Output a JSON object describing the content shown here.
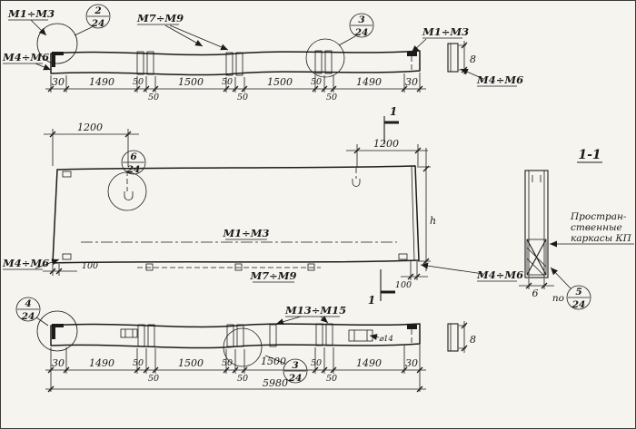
{
  "sheet": {
    "background": "#f6f4ef",
    "ink": "#1b1b1b"
  },
  "labels": {
    "m1_m3": "М1÷М3",
    "m4_m6": "М4÷М6",
    "m7_m9": "М7÷М9",
    "m13_m15": "М13÷М15",
    "section_title": "1-1",
    "section_mark": "1",
    "note_line1": "Простран-",
    "note_line2": "ственные",
    "note_line3": "каркасы КП",
    "po": "по",
    "embed_dia": "⌀14"
  },
  "callouts": {
    "c2": {
      "num": "2",
      "den": "24"
    },
    "c3": {
      "num": "3",
      "den": "24"
    },
    "c4": {
      "num": "4",
      "den": "24"
    },
    "c5": {
      "num": "5",
      "den": "24"
    },
    "c6": {
      "num": "6",
      "den": "24"
    }
  },
  "dims": {
    "d30": "30",
    "d50": "50",
    "d100": "100",
    "d1200": "1200",
    "d1490": "1490",
    "d1500": "1500",
    "d5980": "5980",
    "d8": "8",
    "d6": "6",
    "dh": "h"
  }
}
